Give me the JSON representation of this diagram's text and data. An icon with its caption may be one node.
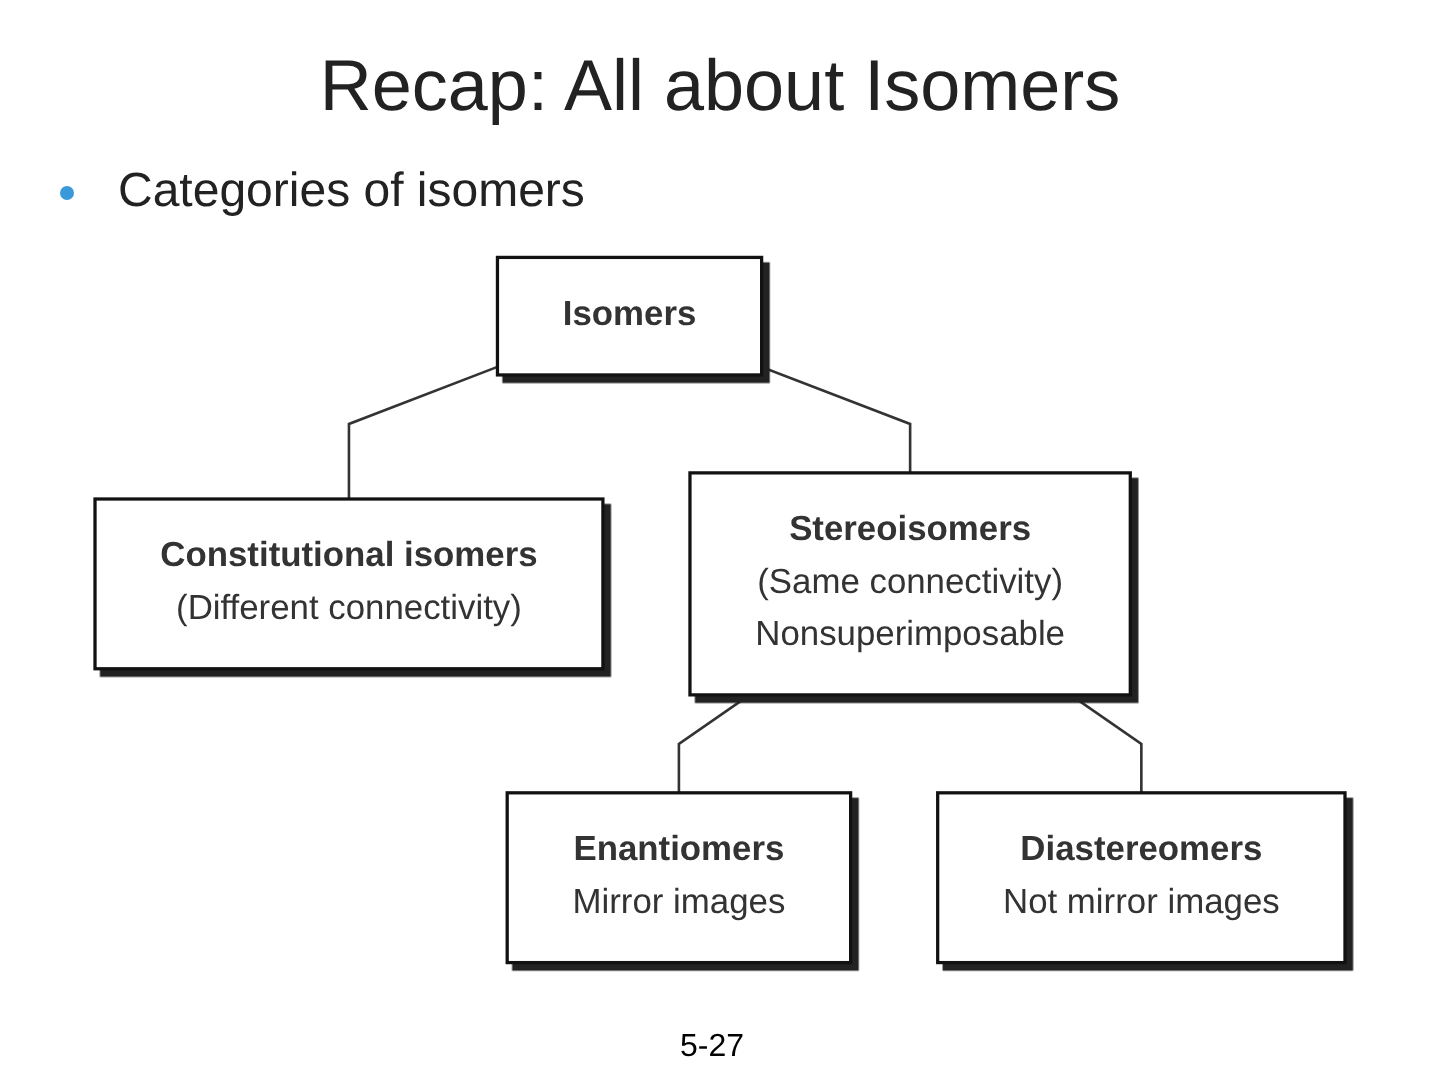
{
  "diagram": {
    "title": "Recap: All about Isomers",
    "nodes": [
      {
        "text": [
          "Isomers"
        ]
      },
      {
        "text": [
          "Constitutional isomers",
          "(Different connectivity)"
        ]
      },
      {
        "text": [
          "Stereoisomers",
          "(Same connectivity)",
          "Nonsuperimposable"
        ]
      },
      {
        "text": [
          "Enantiomers",
          "Mirror images"
        ]
      },
      {
        "text": [
          "Diastereomers",
          "Not mirror images"
        ]
      }
    ],
    "edges": [
      {
        "from": 0,
        "to": 1,
        "arrow": "none"
      },
      {
        "from": 0,
        "to": 2,
        "arrow": "none"
      },
      {
        "from": 2,
        "to": 3,
        "arrow": "none"
      },
      {
        "from": 2,
        "to": 4,
        "arrow": "none"
      }
    ],
    "labels": [
      "Categories of isomers",
      "5-27"
    ]
  }
}
